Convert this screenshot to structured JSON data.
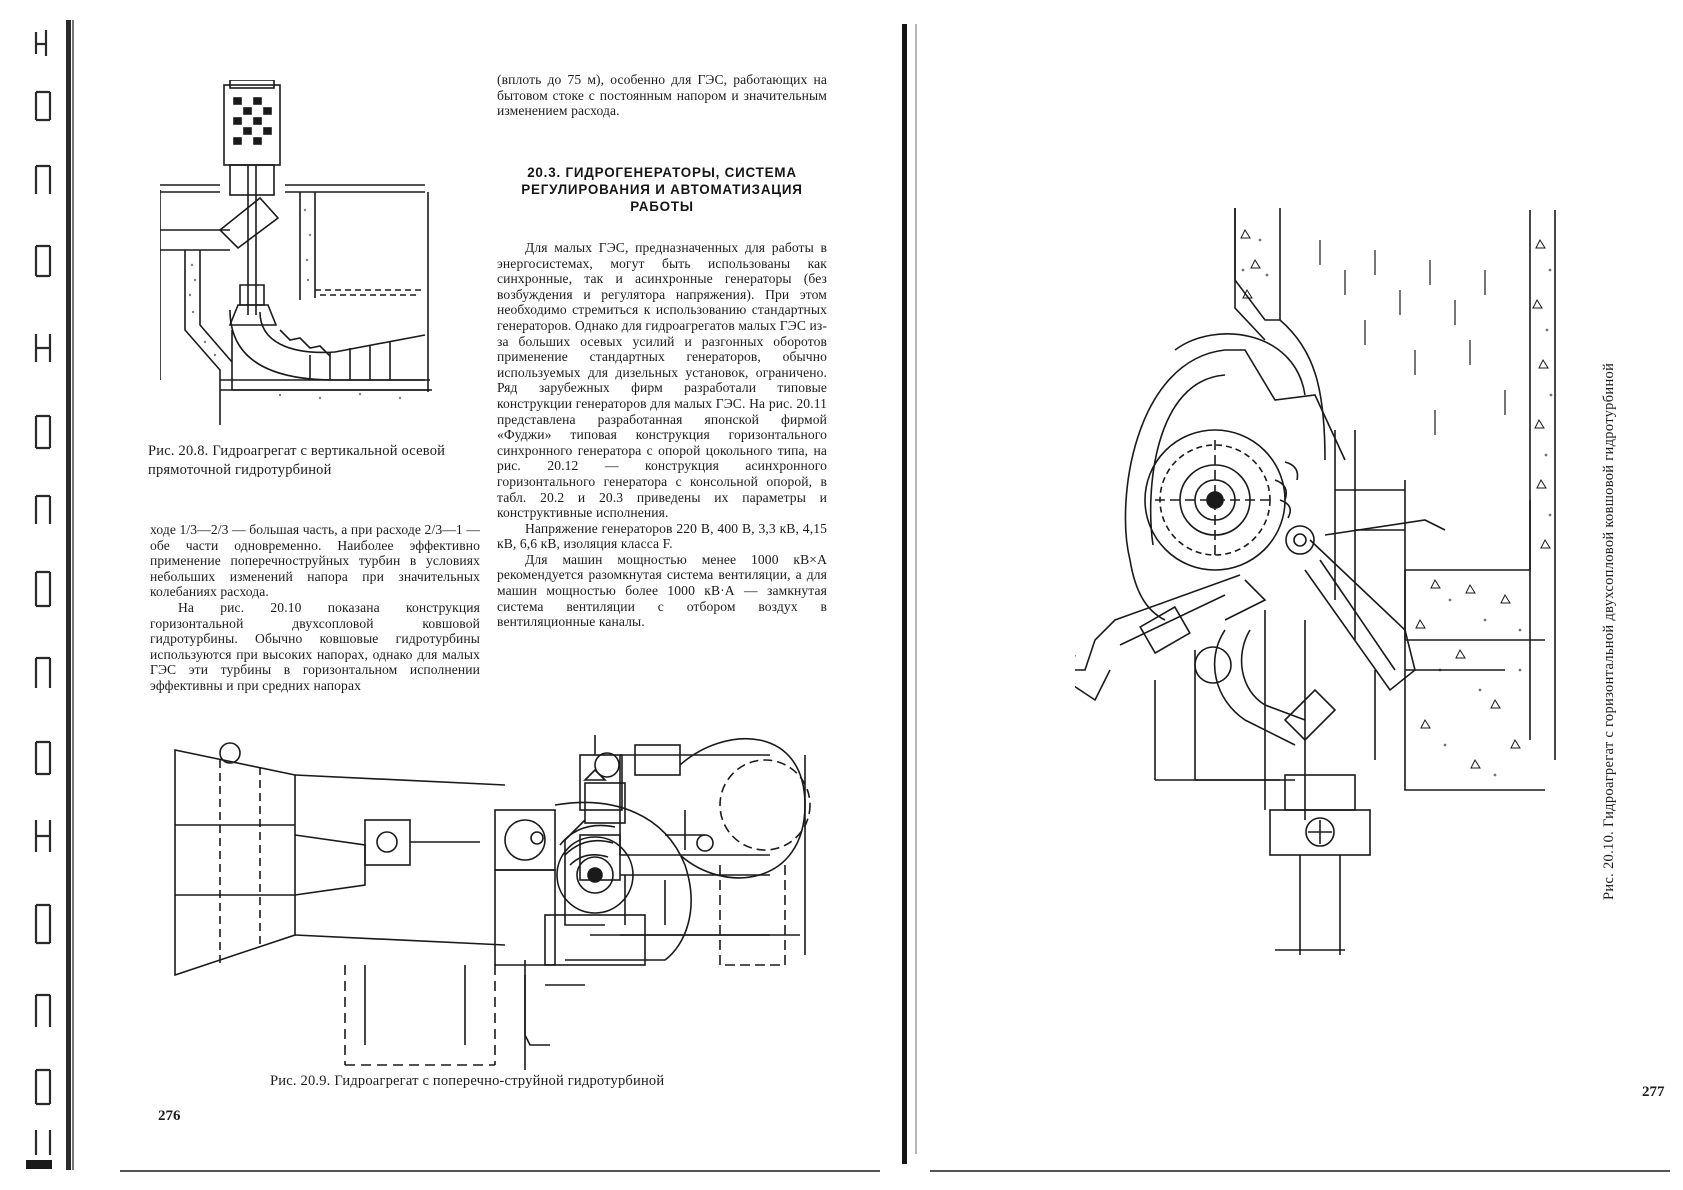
{
  "left_page": {
    "fig_20_8_caption": "Рис. 20.8. Гидроагрегат с вертикальной осевой прямоточной гидротурбиной",
    "body_col1": [
      "ходе 1/3—2/3 — большая часть, а при расходе 2/3—1 — обе части одновременно. Наиболее эффективно применение поперечноструйных турбин в условиях небольших изменений напора при значительных колебаниях расхода.",
      "На рис. 20.10 показана конструкция горизонтальной двухсопловой ковшовой гидротурбины. Обычно ковшовые гидротурбины используются при высоких напорах, однако для малых ГЭС эти турбины в горизонтальном исполнении эффективны и при средних напорах"
    ],
    "col2_top": "(вплоть до 75 м), особенно для ГЭС, работающих на бытовом стоке с постоянным напором и значительным изменением расхода.",
    "section_heading": "20.3. ГИДРОГЕНЕРАТОРЫ, СИСТЕМА РЕГУЛИРОВАНИЯ И АВТОМАТИЗАЦИЯ РАБОТЫ",
    "col2_paragraphs": [
      "Для малых ГЭС, предназначенных для работы в энергосистемах, могут быть использованы как синхронные, так и асинхронные генераторы (без возбуждения и регулятора напряжения). При этом необходимо стремиться к использованию стандартных генераторов. Однако для гидроагрегатов малых ГЭС из-за больших осевых усилий и разгонных оборотов применение стандартных генераторов, обычно используемых для дизельных установок, ограничено. Ряд зарубежных фирм разработали типовые конструкции генераторов для малых ГЭС. На рис. 20.11 представлена разработанная японской фирмой «Фуджи» типовая конструкция горизонтального синхронного генератора с опорой цокольного типа, на рис. 20.12 — конструкция асинхронного горизонтального генератора с консольной опорой, в табл. 20.2 и 20.3 приведены их параметры и конструктивные исполнения.",
      "Напряжение генераторов 220 В, 400 В, 3,3 кВ, 4,15 кВ, 6,6 кВ, изоляция класса F.",
      "Для машин мощностью менее 1000 кВ×А рекомендуется разомкнутая система вентиляции, а для машин мощностью более 1000 кВ·А — замкнутая система вентиляции с отбором воздух в вентиляционные каналы."
    ],
    "fig_20_9_caption": "Рис. 20.9. Гидроагрегат с поперечно-струйной гидротурбиной",
    "page_number": "276"
  },
  "right_page": {
    "fig_20_10_caption": "Рис. 20.10. Гидроагрегат с горизонтальной двухсопловой ковшовой гидротурбиной",
    "page_number": "277"
  },
  "colors": {
    "ink": "#1a1a1a",
    "paper": "#ffffff",
    "gutter": "#151515"
  }
}
